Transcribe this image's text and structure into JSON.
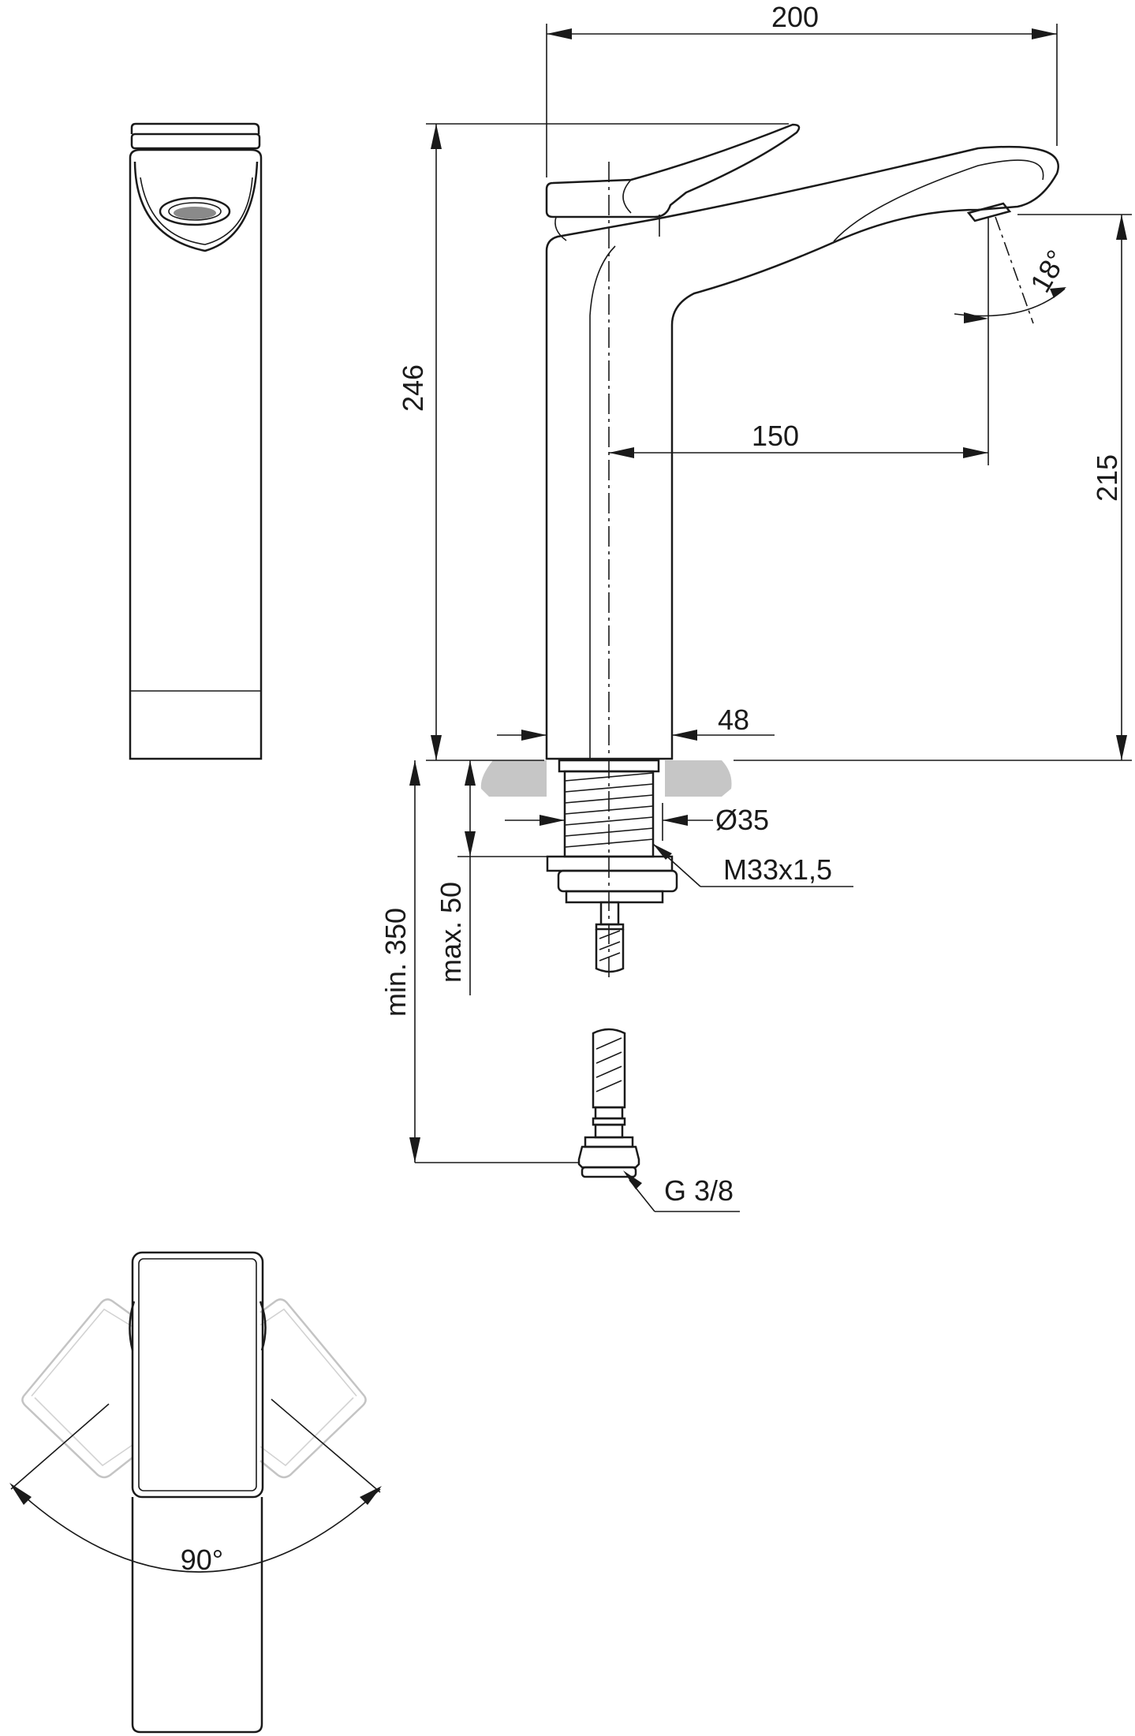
{
  "dimensions": {
    "overall_width": "200",
    "overall_height": "246",
    "spout_reach": "150",
    "spout_height": "215",
    "spray_angle": "18°",
    "body_width": "48",
    "hole_diameter": "Ø35",
    "thread": "M33x1,5",
    "max_deck": "max. 50",
    "min_hose": "min. 350",
    "connection": "G 3/8",
    "swivel_angle": "90°"
  },
  "colors": {
    "line": "#1a1a1a",
    "ghost_line": "#c4c4c4",
    "countertop": "#c6c6c6"
  }
}
